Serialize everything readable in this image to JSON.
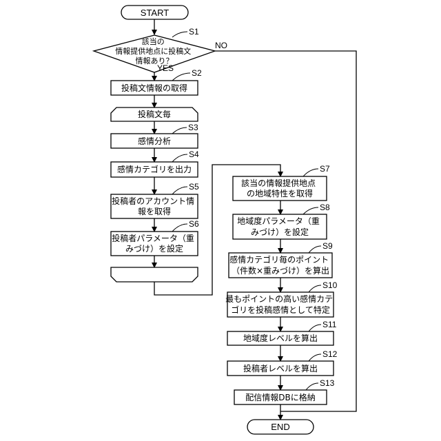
{
  "flowchart": {
    "start": "START",
    "end": "END",
    "s1": {
      "step": "S1",
      "lines": [
        "該当の",
        "情報提供地点に投稿文",
        "情報あり？"
      ],
      "yes": "YES",
      "no": "NO"
    },
    "s2": {
      "step": "S2",
      "lines": [
        "投稿文情報の取得"
      ]
    },
    "loop_start": {
      "lines": [
        "投稿文毎"
      ]
    },
    "s3": {
      "step": "S3",
      "lines": [
        "感情分析"
      ]
    },
    "s4": {
      "step": "S4",
      "lines": [
        "感情カテゴリを出力"
      ]
    },
    "s5": {
      "step": "S5",
      "lines": [
        "投稿者のアカウント情",
        "報を取得"
      ]
    },
    "s6": {
      "step": "S6",
      "lines": [
        "投稿者パラメータ（重",
        "みづけ）を設定"
      ]
    },
    "s7": {
      "step": "S7",
      "lines": [
        "該当の情報提供地点",
        "の地域特性を取得"
      ]
    },
    "s8": {
      "step": "S8",
      "lines": [
        "地域度パラメータ（重",
        "みづけ）を設定"
      ]
    },
    "s9": {
      "step": "S9",
      "lines": [
        "感情カテゴリ毎のポイント",
        "（件数×重みづけ）を算出"
      ]
    },
    "s10": {
      "step": "S10",
      "lines": [
        "最もポイントの高い感情カテ",
        "ゴリを投稿感情として特定"
      ]
    },
    "s11": {
      "step": "S11",
      "lines": [
        "地域度レベルを算出"
      ]
    },
    "s12": {
      "step": "S12",
      "lines": [
        "投稿者レベルを算出"
      ]
    },
    "s13": {
      "step": "S13",
      "lines": [
        "配信情報DBに格納"
      ]
    }
  }
}
